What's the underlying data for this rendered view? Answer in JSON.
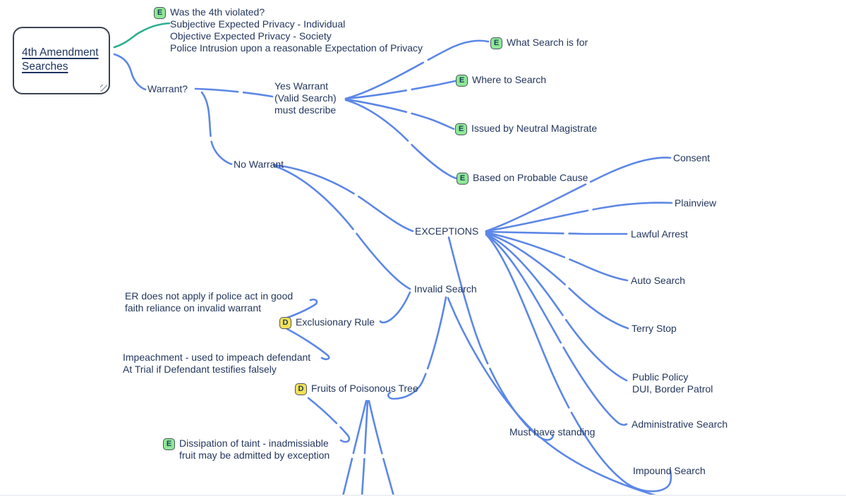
{
  "app": {
    "title": "4th Amendment Searches mind map"
  },
  "colors": {
    "branch_blue": "#5c87e6",
    "branch_teal": "#2cae90",
    "text_ink": "#24375e",
    "badge_green": "#8fe796",
    "badge_yellow": "#f5e057",
    "badge_border": "#49565f"
  },
  "root": {
    "label": "4th Amendment\nSearches"
  },
  "nodes": {
    "violated": {
      "badge": "E",
      "label": "Was the 4th violated?\nSubjective Expected Privacy - Individual\nObjective Expected Privacy - Society\nPolice Intrusion upon a reasonable Expectation of Privacy"
    },
    "warrant": {
      "label": "Warrant?"
    },
    "yes_warrant": {
      "label": "Yes Warrant\n(Valid Search)\nmust describe"
    },
    "what_search": {
      "badge": "E",
      "label": "What Search is for"
    },
    "where_search": {
      "badge": "E",
      "label": "Where to Search"
    },
    "neutral_magistrate": {
      "badge": "E",
      "label": "Issued by Neutral Magistrate"
    },
    "probable_cause": {
      "badge": "E",
      "label": "Based on Probable Cause"
    },
    "no_warrant": {
      "label": "No Warrant"
    },
    "exceptions": {
      "label": "EXCEPTIONS"
    },
    "invalid_search": {
      "label": "Invalid Search"
    },
    "consent": {
      "label": "Consent"
    },
    "plainview": {
      "label": "Plainview"
    },
    "lawful_arrest": {
      "label": "Lawful Arrest"
    },
    "auto_search": {
      "label": "Auto Search"
    },
    "terry_stop": {
      "label": "Terry Stop"
    },
    "public_policy": {
      "label": "Public Policy\nDUI, Border Patrol"
    },
    "administrative_search": {
      "label": "Administrative Search"
    },
    "impound_search": {
      "label": "Impound Search"
    },
    "er_good_faith": {
      "label": "ER does not apply if police act in good\nfaith reliance on invalid warrant"
    },
    "exclusionary_rule": {
      "badge": "D",
      "label": "Exclusionary Rule"
    },
    "impeachment": {
      "label": "Impeachment - used to impeach defendant\nAt Trial if Defendant testifies falsely"
    },
    "fruits": {
      "badge": "D",
      "label": "Fruits of Poisonous Tree"
    },
    "dissipation": {
      "badge": "E",
      "label": "Dissipation of taint - inadmissiable\nfruit may be admitted by exception"
    },
    "standing": {
      "label": "Must have standing"
    }
  }
}
